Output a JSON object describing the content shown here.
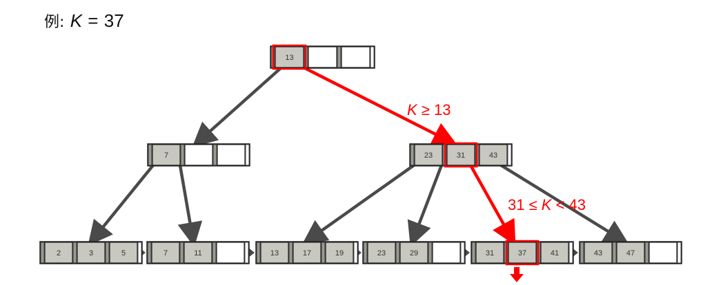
{
  "title": {
    "prefix": "例:",
    "var": "K",
    "op": "=",
    "value": "37"
  },
  "colors": {
    "highlight": "#ff0000",
    "edge": "#4a4a4a",
    "cell": "#c8c8c0",
    "border": "#222222"
  },
  "tree": {
    "root": {
      "keys": [
        "13",
        "",
        ""
      ],
      "highlight_key": 0
    },
    "internal": [
      {
        "keys": [
          "7",
          "",
          ""
        ],
        "highlight_key": null
      },
      {
        "keys": [
          "23",
          "31",
          "43"
        ],
        "highlight_key": 1
      }
    ],
    "leaves": [
      {
        "keys": [
          "2",
          "3",
          "5"
        ],
        "highlight_key": null
      },
      {
        "keys": [
          "7",
          "11",
          ""
        ],
        "highlight_key": null
      },
      {
        "keys": [
          "13",
          "17",
          "19"
        ],
        "highlight_key": null
      },
      {
        "keys": [
          "23",
          "29",
          ""
        ],
        "highlight_key": null
      },
      {
        "keys": [
          "31",
          "37",
          "41"
        ],
        "highlight_key": 1
      },
      {
        "keys": [
          "43",
          "47",
          ""
        ],
        "highlight_key": null
      }
    ]
  },
  "edge_labels": {
    "root_to_right": "K ≥ 13",
    "right_to_leaf": "31 ≤ K < 43"
  }
}
